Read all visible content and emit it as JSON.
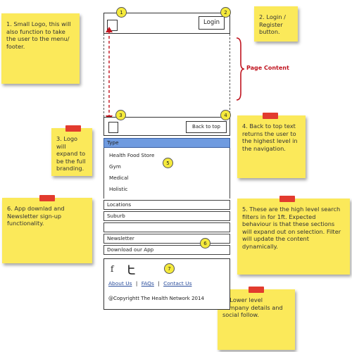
{
  "notes": [
    {
      "id": "1",
      "text": "1. Small Logo, this will also function to take the user to the menu/ footer."
    },
    {
      "id": "2",
      "text": "2. Login / Register button."
    },
    {
      "id": "3",
      "text": "3. Logo will expand to be the full branding."
    },
    {
      "id": "4",
      "text": "4. Back to top text returns the user to the highest level in the navigation."
    },
    {
      "id": "5",
      "text": "5. These are the high level search filters in for 1ft. Expected behaviour is that these sections will expand out on selection. Filter will update the content dynamically."
    },
    {
      "id": "6",
      "text": "6. App downlad and Newsletter sign-up functionality."
    },
    {
      "id": "7",
      "text": "7. Lower level company details and social follow."
    }
  ],
  "header": {
    "login_label": "Login"
  },
  "page_content_label": "Page Content",
  "footer_bar": {
    "back_to_top_label": "Back to top"
  },
  "menu": {
    "type_label": "Type",
    "type_items": [
      "Health Food Store",
      "Gym",
      "Medical",
      "Holistic"
    ],
    "locations_label": "Locations",
    "suburb_label": "Suburb",
    "newsletter_label": "Newsletter",
    "app_label": "Download our App"
  },
  "footer": {
    "social_icons": [
      "facebook-icon",
      "twitter-icon"
    ],
    "links": [
      "About Us",
      "FAQs",
      "Contact Us"
    ],
    "copyright": "@Copyrightt The Health Network 2014"
  },
  "markers": [
    "1",
    "2",
    "3",
    "4",
    "5",
    "6",
    "7"
  ],
  "colors": {
    "note": "#fbe95a",
    "tape": "#e23b2e",
    "type_row": "#6f9be0",
    "page_content": "#c0141f"
  }
}
